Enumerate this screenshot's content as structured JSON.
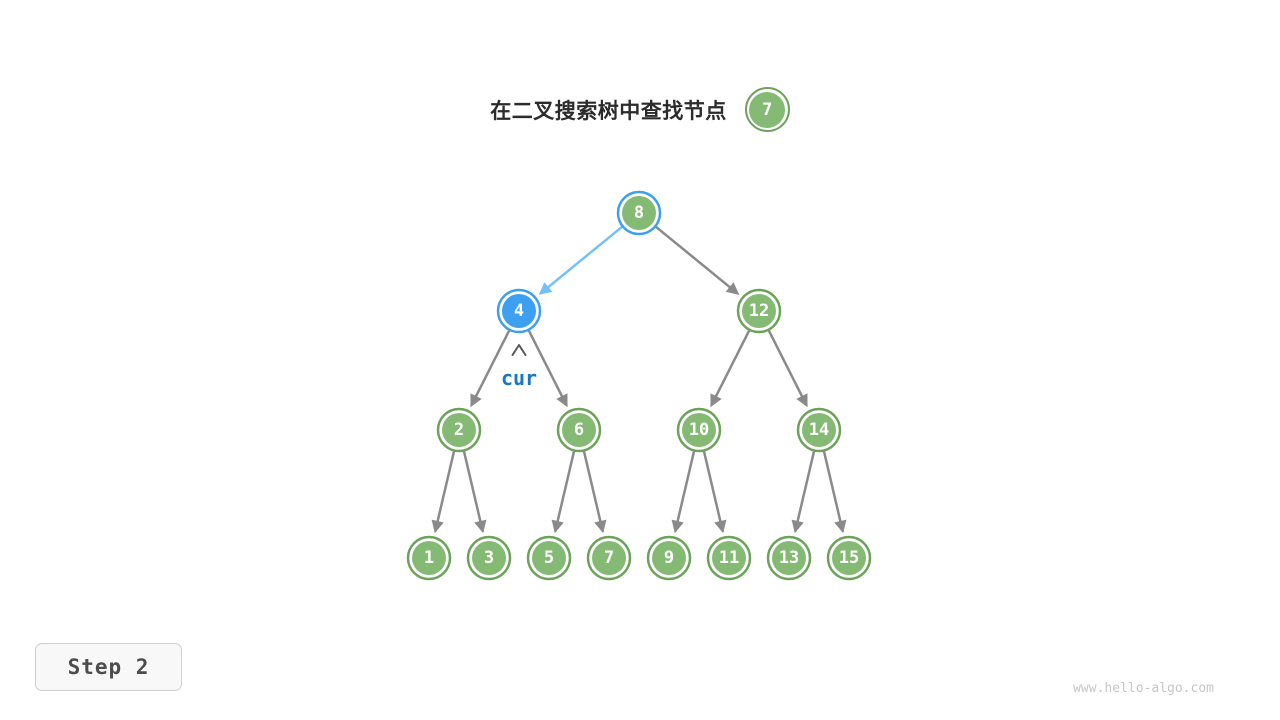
{
  "title": {
    "text": "在二叉搜索树中查找节点",
    "target_value": "7"
  },
  "cur": {
    "label": "cur",
    "attached_to": 4
  },
  "step_label": "Step 2",
  "watermark": "www.hello-algo.com",
  "colors": {
    "node_green_fill": "#85ba74",
    "node_green_ring": "#6ca35b",
    "node_blue_fill": "#3d9ff0",
    "node_blue_ring": "#3d9ff0",
    "edge_gray": "#8a8a8a",
    "edge_highlight": "#74c0fc",
    "cur_text": "#1877c9",
    "caret": "#595959",
    "title_text": "#2b2b2b",
    "step_text": "#4d4d4d",
    "watermark_text": "#c6c6c6"
  },
  "tree": {
    "nodes": [
      {
        "value": 8,
        "state": "visited"
      },
      {
        "value": 4,
        "state": "current"
      },
      {
        "value": 12,
        "state": "normal"
      },
      {
        "value": 2,
        "state": "normal"
      },
      {
        "value": 6,
        "state": "normal"
      },
      {
        "value": 10,
        "state": "normal"
      },
      {
        "value": 14,
        "state": "normal"
      },
      {
        "value": 1,
        "state": "normal"
      },
      {
        "value": 3,
        "state": "normal"
      },
      {
        "value": 5,
        "state": "normal"
      },
      {
        "value": 7,
        "state": "normal"
      },
      {
        "value": 9,
        "state": "normal"
      },
      {
        "value": 11,
        "state": "normal"
      },
      {
        "value": 13,
        "state": "normal"
      },
      {
        "value": 15,
        "state": "normal"
      }
    ],
    "edges": [
      {
        "from": 8,
        "to": 4,
        "highlight": true
      },
      {
        "from": 8,
        "to": 12,
        "highlight": false
      },
      {
        "from": 4,
        "to": 2,
        "highlight": false
      },
      {
        "from": 4,
        "to": 6,
        "highlight": false
      },
      {
        "from": 12,
        "to": 10,
        "highlight": false
      },
      {
        "from": 12,
        "to": 14,
        "highlight": false
      },
      {
        "from": 2,
        "to": 1,
        "highlight": false
      },
      {
        "from": 2,
        "to": 3,
        "highlight": false
      },
      {
        "from": 6,
        "to": 5,
        "highlight": false
      },
      {
        "from": 6,
        "to": 7,
        "highlight": false
      },
      {
        "from": 10,
        "to": 9,
        "highlight": false
      },
      {
        "from": 10,
        "to": 11,
        "highlight": false
      },
      {
        "from": 14,
        "to": 13,
        "highlight": false
      },
      {
        "from": 14,
        "to": 15,
        "highlight": false
      }
    ]
  }
}
